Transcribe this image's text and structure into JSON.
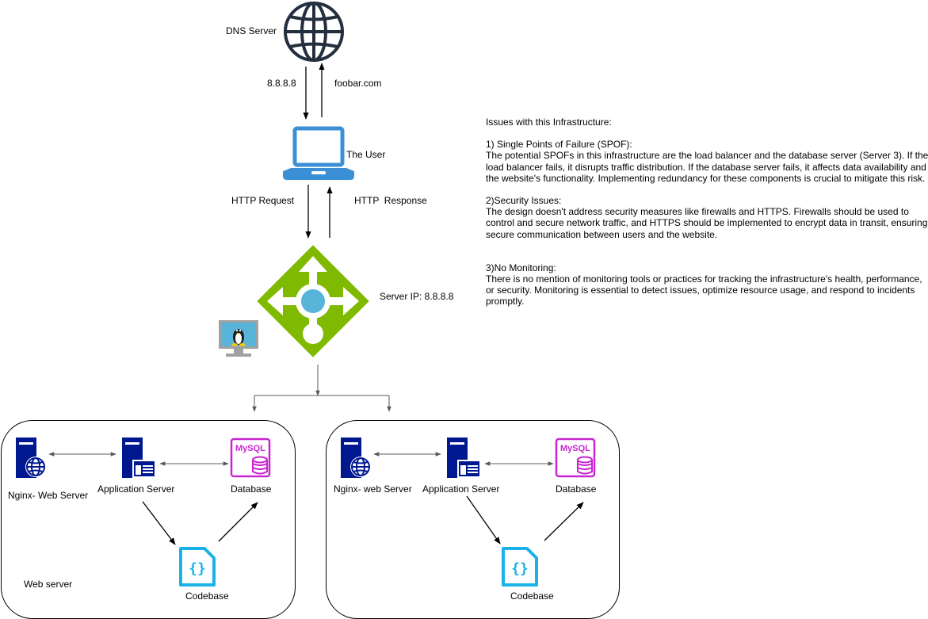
{
  "dns": {
    "label": "DNS Server",
    "query_label": "8.8.8.8",
    "response_label": "foobar.com",
    "icon": "globe-icon"
  },
  "user": {
    "label": "The User",
    "request_label": "HTTP Request",
    "response_label": "HTTP  Response",
    "icon": "laptop-icon"
  },
  "server": {
    "label": "Server IP: 8.8.8.8",
    "icon": "load-balancer-icon",
    "os_icon": "linux-monitor-icon"
  },
  "clusters": [
    {
      "web_server_label": "Nginx- Web Server",
      "app_server_label": "Application Server",
      "database_label": "Database",
      "codebase_label": "Codebase",
      "box_label": "Web server",
      "mysql_text": "MySQL"
    },
    {
      "web_server_label": "Nginx- web Server",
      "app_server_label": "Application Server",
      "database_label": "Database",
      "codebase_label": "Codebase",
      "mysql_text": "MySQL"
    }
  ],
  "notes": {
    "title": "Issues with this Infrastructure:",
    "issues": [
      {
        "heading": "1) Single Points of Failure (SPOF):",
        "body": "The potential SPOFs in this infrastructure are the load balancer and the database server (Server 3). If the load balancer fails, it disrupts traffic distribution. If the database server fails, it affects data availability and the website's functionality. Implementing redundancy for these components is crucial to mitigate this risk."
      },
      {
        "heading": "2)Security Issues:",
        "body": "The design doesn't address security measures like firewalls and HTTPS. Firewalls should be used to control and secure network traffic, and HTTPS should be implemented to encrypt data in transit, ensuring secure communication between users and the website."
      },
      {
        "heading": "3)No Monitoring:",
        "body": "There is no mention of monitoring tools or practices for tracking the infrastructure's health, performance, or security. Monitoring is essential to detect issues, optimize resource usage, and respond to incidents promptly."
      }
    ]
  },
  "colors": {
    "globe": "#232f3e",
    "laptop": "#3b8fd4",
    "load_balancer": "#7fba00",
    "load_balancer_center": "#59b4d9",
    "server_navy": "#00188f",
    "mysql": "#c925d1",
    "codebase": "#1ab2e8",
    "connector": "#595959"
  }
}
